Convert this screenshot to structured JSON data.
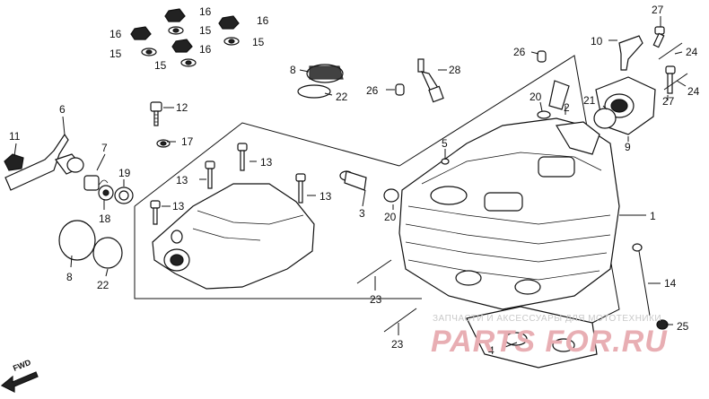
{
  "callouts": {
    "c1": "1",
    "c2": "2",
    "c3": "3",
    "c4": "4",
    "c5": "5",
    "c6": "6",
    "c7": "7",
    "c8a": "8",
    "c8b": "8",
    "c9": "9",
    "c10": "10",
    "c11": "11",
    "c12": "12",
    "c13a": "13",
    "c13b": "13",
    "c13c": "13",
    "c13d": "13",
    "c14": "14",
    "c15a": "15",
    "c15b": "15",
    "c15c": "15",
    "c15d": "15",
    "c16a": "16",
    "c16b": "16",
    "c16c": "16",
    "c16d": "16",
    "c17": "17",
    "c18": "18",
    "c19": "19",
    "c20a": "20",
    "c20b": "20",
    "c21": "21",
    "c22a": "22",
    "c22b": "22",
    "c23a": "23",
    "c23b": "23",
    "c24a": "24",
    "c24b": "24",
    "c25": "25",
    "c26a": "26",
    "c26b": "26",
    "c27a": "27",
    "c27b": "27",
    "c28": "28"
  },
  "direction_label": "FWD",
  "watermark": {
    "text": "ЗАПЧАСТИ И АКСЕССУАРЫ ДЛЯ МОТОТЕХНИКИ",
    "logo": "PARTS FOR.RU"
  },
  "colors": {
    "line": "#111111",
    "watermark_text": "#c9c9c9",
    "watermark_logo": "#e8aeb3"
  }
}
